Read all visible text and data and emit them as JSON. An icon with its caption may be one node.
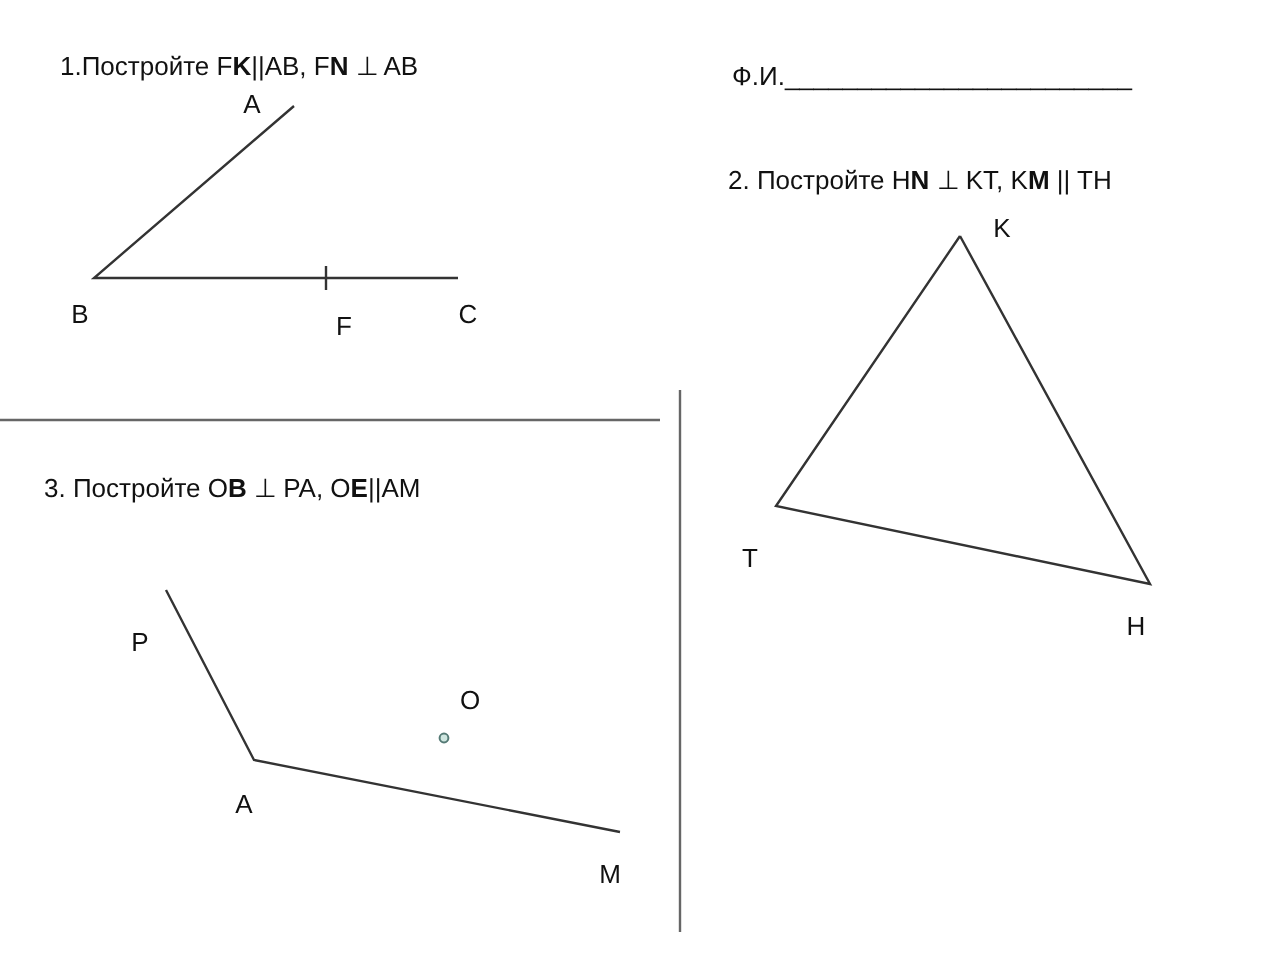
{
  "diagram": {
    "labels": [
      "1.Постройте F**K**||AB,  F**N** ⊥  AB",
      "Ф.И.________________________",
      "A",
      "2. Постройте  H**N** ⊥ KT,  K**M** || TH",
      "K",
      "B",
      "C",
      "F",
      "T",
      "H",
      "3. Постройте O**B** ⊥ PA,   O**E**||AM",
      "P",
      "O",
      "A",
      "M"
    ]
  }
}
